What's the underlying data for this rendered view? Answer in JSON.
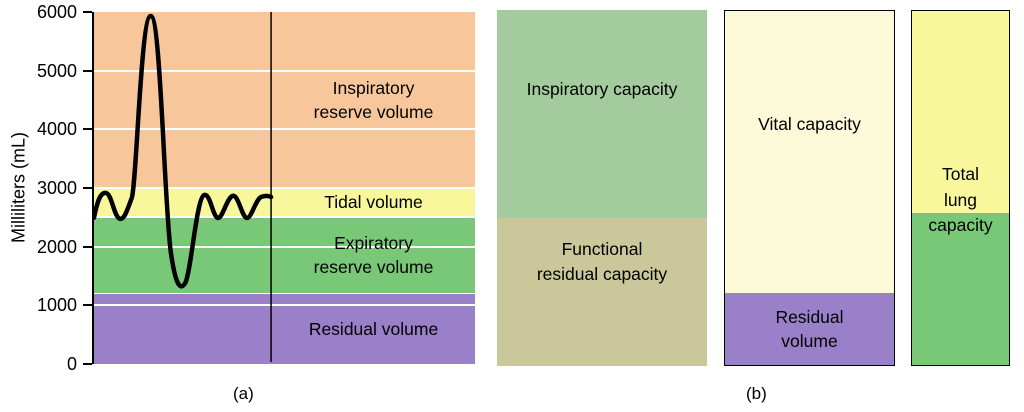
{
  "figure": {
    "caption_a": "(a)",
    "caption_b": "(b)"
  },
  "axis": {
    "label": "Milliliters (mL)",
    "ticks": [
      "6000",
      "5000",
      "4000",
      "3000",
      "2000",
      "1000",
      "0"
    ]
  },
  "panel_a": {
    "bands": [
      {
        "label": "Inspiratory\nreserve volume"
      },
      {
        "label": "Tidal volume"
      },
      {
        "label": "Expiratory\nreserve volume"
      },
      {
        "label": "Residual volume"
      }
    ]
  },
  "panel_b": {
    "bar1": {
      "top": "Inspiratory capacity",
      "bottom": "Functional\nresidual capacity"
    },
    "bar2": {
      "top": "Vital capacity",
      "bottom": "Residual\nvolume"
    },
    "bar3": {
      "label": "Total\nlung\ncapacity"
    }
  },
  "colors": {
    "inspiratory_reserve_band": "#f8c69b",
    "tidal_band": "#f8f79c",
    "expiratory_reserve_band": "#79c878",
    "residual_band": "#9a80c8",
    "inspiratory_capacity": "#a3cb9d",
    "functional_residual_capacity": "#cac79b",
    "vital_capacity": "#fbf9d8",
    "residual_volume_bar": "#9a80c8",
    "total_lung_yellow": "#f8f79c",
    "total_lung_green": "#79c878",
    "trace": "#000000"
  },
  "chart_data": {
    "type": "area",
    "title": "Lung volumes and capacities (spirogram)",
    "xlabel": "",
    "ylabel": "Milliliters (mL)",
    "ylim": [
      0,
      6000
    ],
    "yticks": [
      6000,
      5000,
      4000,
      3000,
      2000,
      1000,
      0
    ],
    "grid": "white horizontal gridlines every 1000 mL",
    "volume_bands": [
      {
        "label": "Inspiratory reserve volume",
        "range_mL": [
          3000,
          6000
        ],
        "color": "#f8c69b"
      },
      {
        "label": "Tidal volume",
        "range_mL": [
          2500,
          3000
        ],
        "color": "#f8f79c"
      },
      {
        "label": "Expiratory reserve volume",
        "range_mL": [
          1200,
          2500
        ],
        "color": "#79c878"
      },
      {
        "label": "Residual volume",
        "range_mL": [
          0,
          1200
        ],
        "color": "#9a80c8"
      }
    ],
    "capacity_bars": [
      {
        "segments": [
          {
            "label": "Inspiratory capacity",
            "range_mL": [
              2500,
              6000
            ],
            "color": "#a3cb9d"
          },
          {
            "label": "Functional residual capacity",
            "range_mL": [
              0,
              2500
            ],
            "color": "#cac79b"
          }
        ]
      },
      {
        "segments": [
          {
            "label": "Vital capacity",
            "range_mL": [
              1200,
              6000
            ],
            "color": "#fbf9d8"
          },
          {
            "label": "Residual volume",
            "range_mL": [
              0,
              1200
            ],
            "color": "#9a80c8"
          }
        ]
      },
      {
        "segments": [
          {
            "label": "Total lung capacity",
            "range_mL": [
              0,
              6000
            ],
            "color": "#f8f79c (top) / #79c878 (bottom)"
          }
        ]
      }
    ],
    "trace": {
      "description": "Spirogram line: tidal breathing oscillating ~2450-2900 mL, one maximal inspiration reaching 6000 mL followed by maximal expiration to ~1200 mL, then resumed tidal breathing",
      "approx_sequence_mL": [
        2500,
        2900,
        2450,
        2900,
        6000,
        1200,
        2900,
        2450,
        2900,
        2450,
        2850
      ]
    }
  }
}
